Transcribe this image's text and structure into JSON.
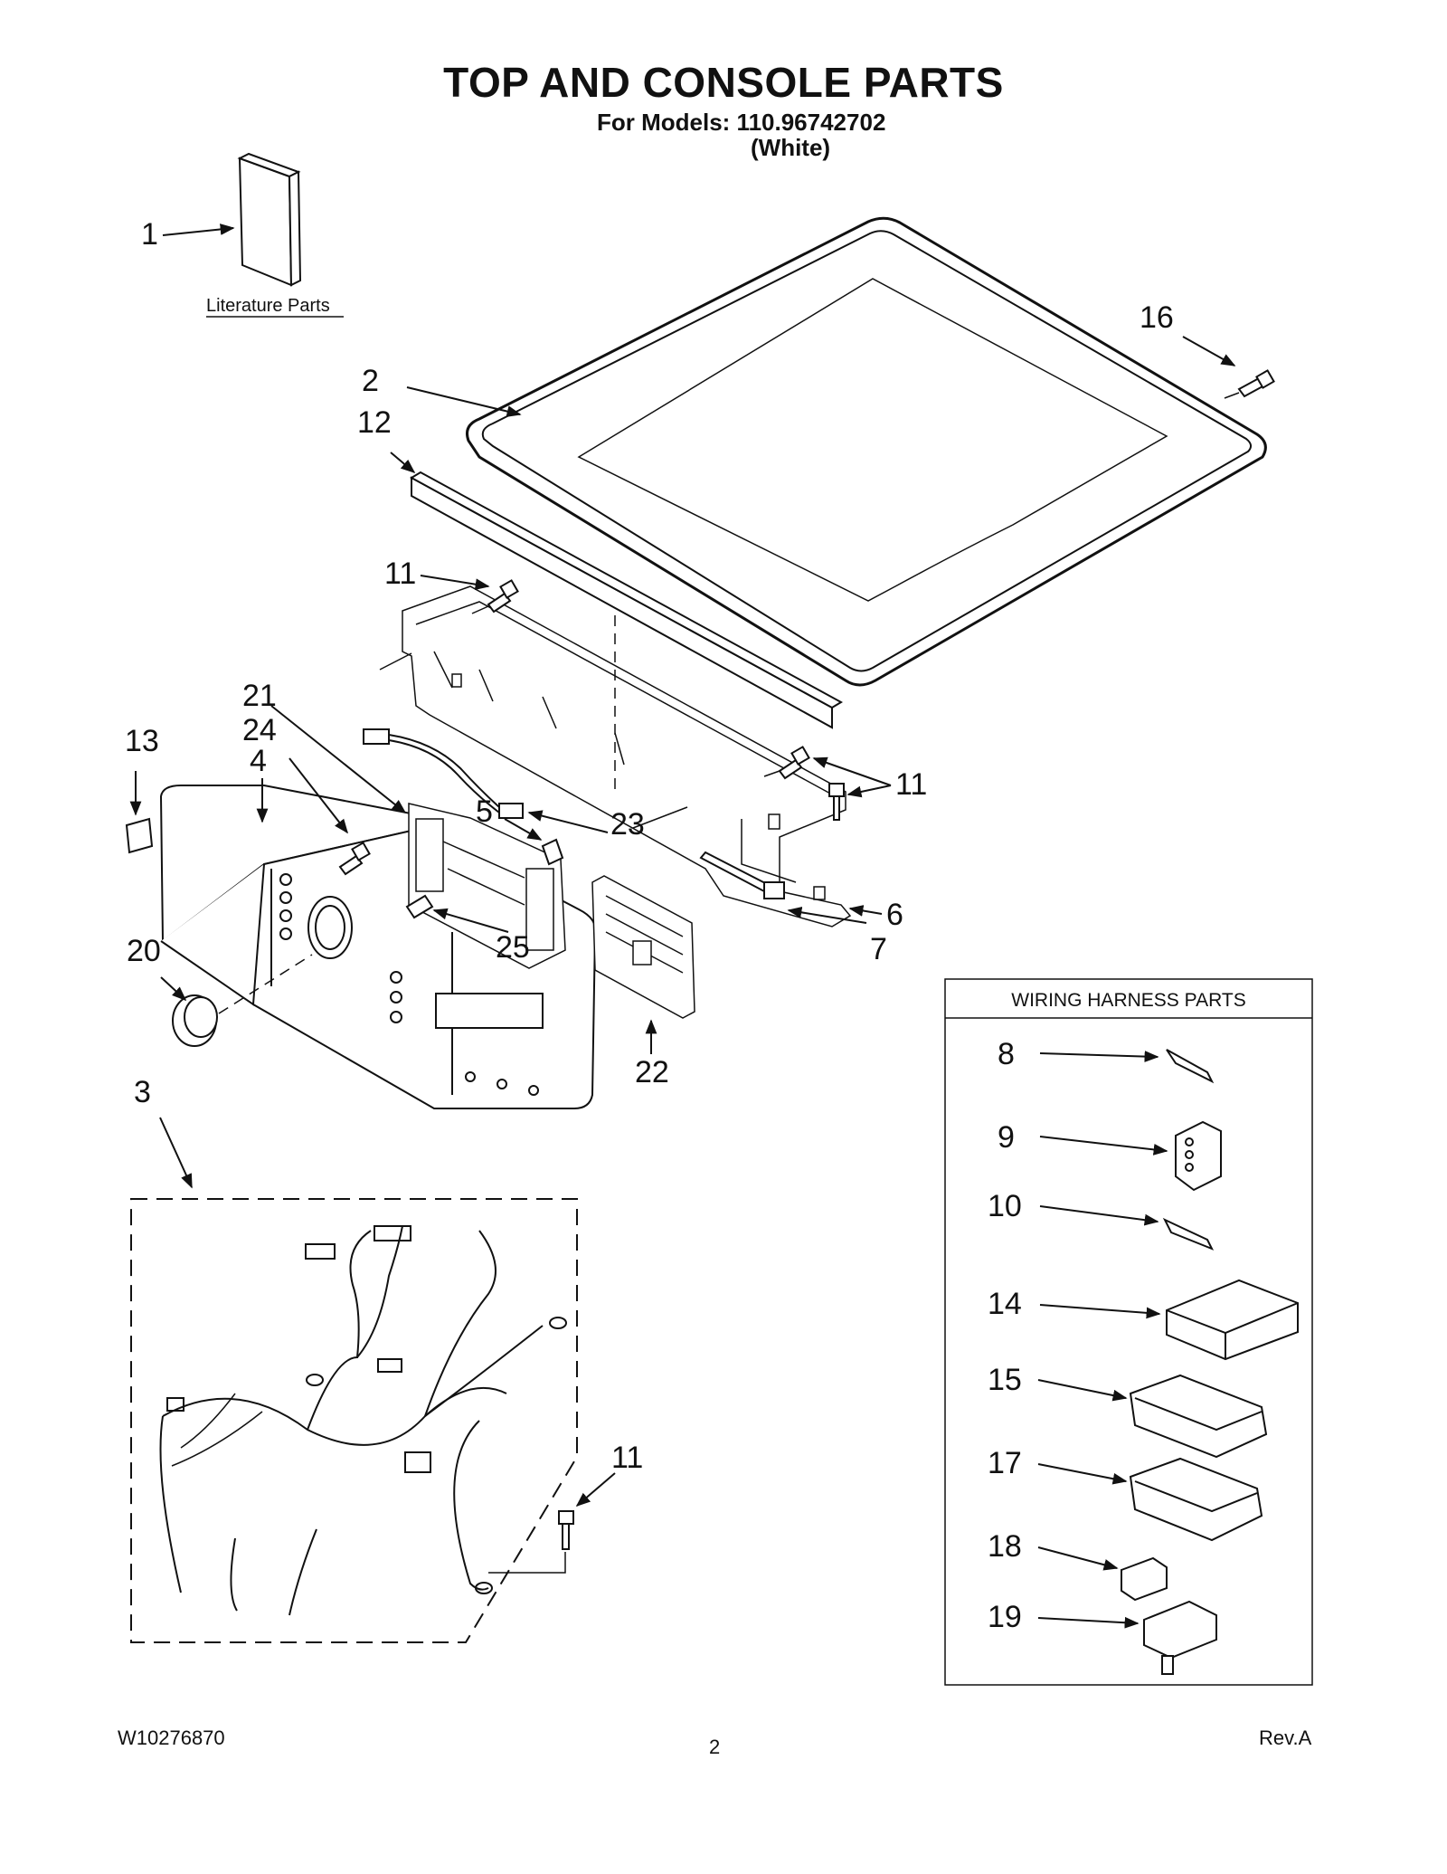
{
  "title": "TOP AND CONSOLE PARTS",
  "models_line": "For Models: 110.96742702",
  "color_line": "(White)",
  "literature_label": "Literature Parts",
  "box_title": "WIRING HARNESS PARTS",
  "callouts": {
    "c1": "1",
    "c2": "2",
    "c3": "3",
    "c4": "4",
    "c5": "5",
    "c6": "6",
    "c7": "7",
    "c8": "8",
    "c9": "9",
    "c10": "10",
    "c11a": "11",
    "c11b": "11",
    "c11c": "11",
    "c12": "12",
    "c13": "13",
    "c14": "14",
    "c15": "15",
    "c16": "16",
    "c17": "17",
    "c18": "18",
    "c19": "19",
    "c20": "20",
    "c21": "21",
    "c22": "22",
    "c23": "23",
    "c24": "24",
    "c25": "25"
  },
  "footer": {
    "doc_number": "W10276870",
    "page": "2",
    "revision": "Rev.A"
  }
}
